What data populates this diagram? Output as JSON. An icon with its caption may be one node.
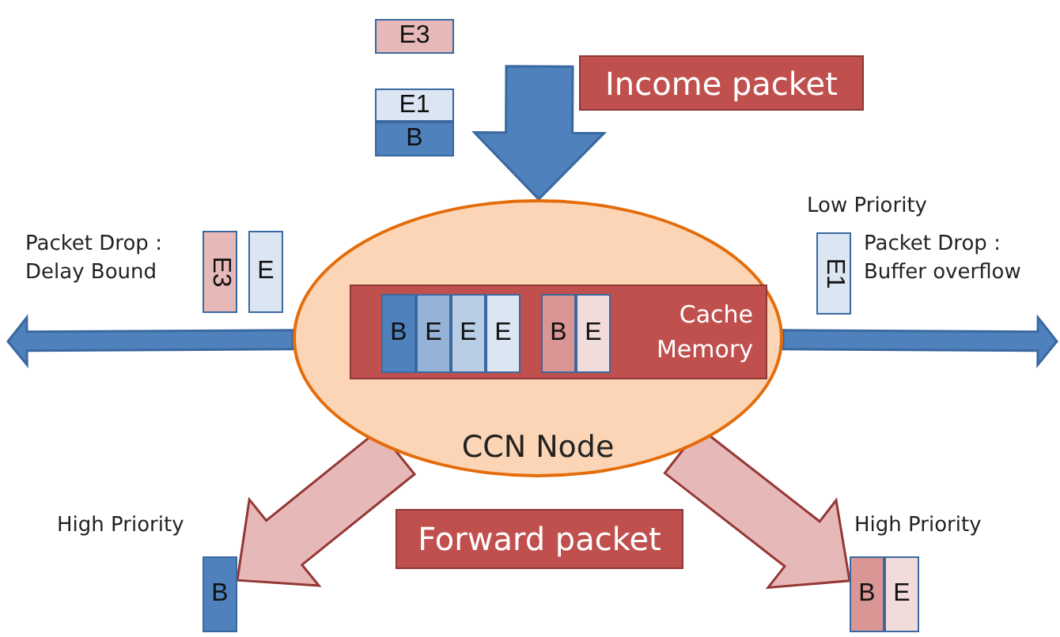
{
  "diagram": {
    "nodes": [
      {
        "text": [
          "CCN Node"
        ]
      },
      {
        "text": [
          "Cache Memory"
        ],
        "in": 0
      },
      {
        "text": [
          "B"
        ],
        "in": 1
      },
      {
        "text": [
          "E"
        ],
        "in": 1
      },
      {
        "text": [
          "E"
        ],
        "in": 1
      },
      {
        "text": [
          "E"
        ],
        "in": 1
      },
      {
        "text": [
          "B"
        ],
        "in": 1
      },
      {
        "text": [
          "E"
        ],
        "in": 1
      },
      {
        "text": [
          "E3"
        ]
      },
      {
        "text": [
          "E1"
        ]
      },
      {
        "text": [
          "B"
        ]
      },
      {
        "text": [
          "Income packet"
        ]
      },
      {
        "text": [
          "E3"
        ]
      },
      {
        "text": [
          "E"
        ]
      },
      {
        "text": [
          "E1"
        ]
      },
      {
        "text": [
          "B"
        ]
      },
      {
        "text": [
          "Forward packet"
        ]
      },
      {
        "text": [
          "B"
        ]
      },
      {
        "text": [
          "E"
        ]
      }
    ],
    "edges": [
      {
        "from": null,
        "to": 0,
        "arrow": "to"
      },
      {
        "from": 0,
        "to": null,
        "arrow": "to"
      },
      {
        "from": 0,
        "to": null,
        "arrow": "to"
      },
      {
        "from": 0,
        "to": 15,
        "arrow": "to",
        "color": "#e6b9b8"
      },
      {
        "from": 0,
        "to": 17,
        "arrow": "to",
        "color": "#e6b9b8"
      }
    ],
    "labels": [
      "Low Priority",
      "Packet Drop : Delay Bound",
      "Packet Drop : Buffer overflow",
      "High Priority",
      "High Priority"
    ]
  }
}
